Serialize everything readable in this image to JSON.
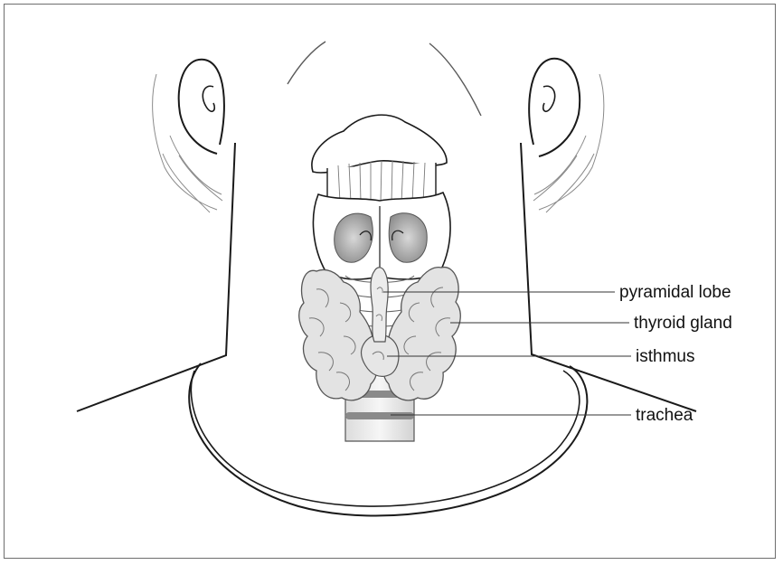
{
  "labels": {
    "pyramidal_lobe": "pyramidal lobe",
    "thyroid_gland": "thyroid gland",
    "isthmus": "isthmus",
    "trachea": "trachea"
  },
  "colors": {
    "outline": "#1a1a1a",
    "gland_fill": "#e3e3e3",
    "gland_stroke": "#555555",
    "shadow_fill": "#9a9a9a",
    "leader_line": "#333333",
    "frame": "#6e6e6e"
  }
}
